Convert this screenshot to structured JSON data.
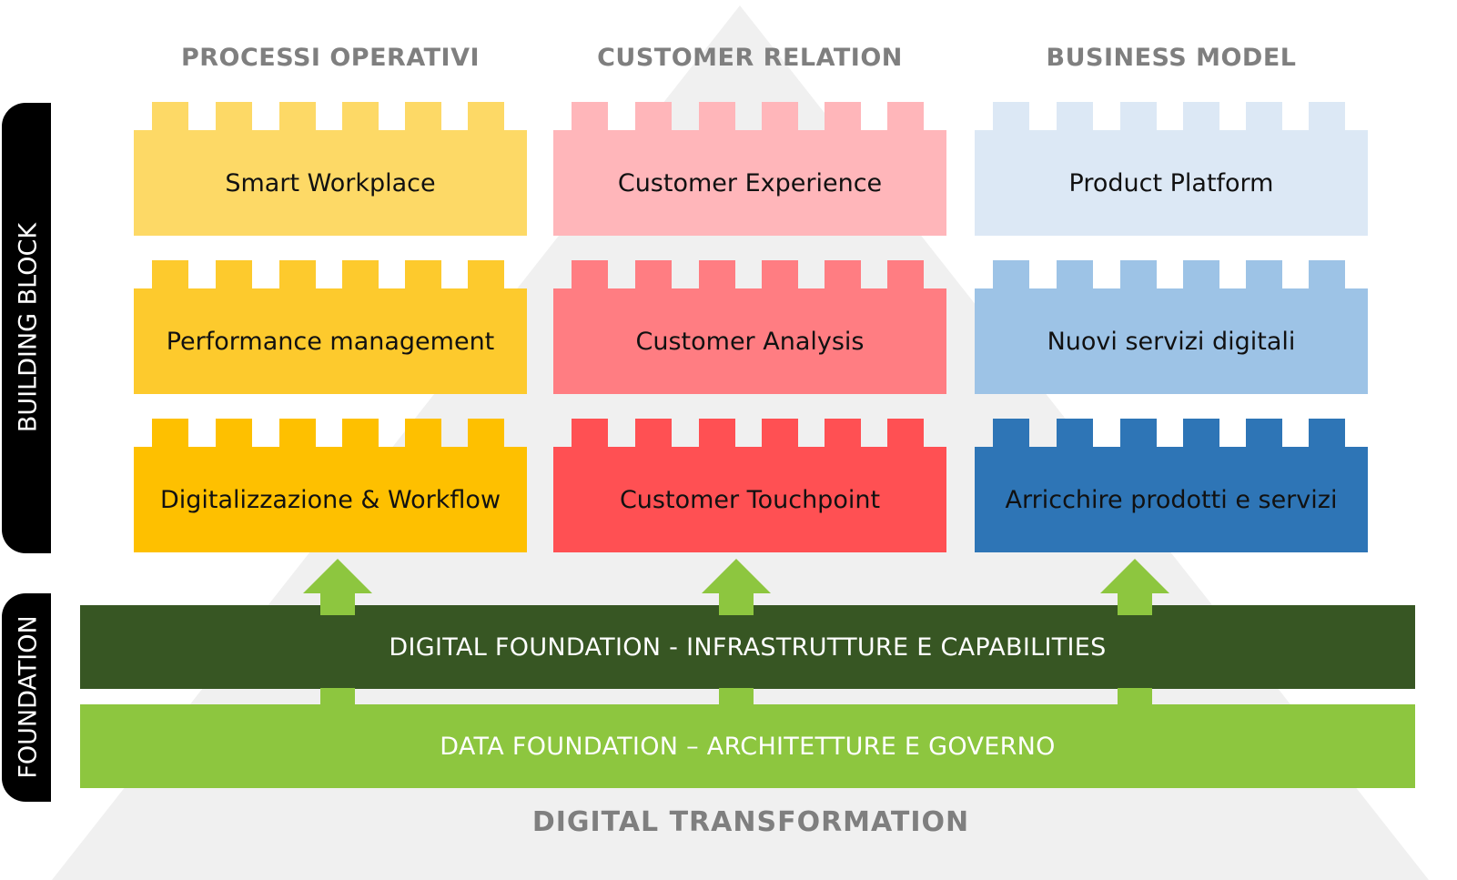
{
  "columns": [
    {
      "title": "PROCESSI OPERATIVI"
    },
    {
      "title": "CUSTOMER RELATION"
    },
    {
      "title": "BUSINESS MODEL"
    }
  ],
  "side": {
    "building": "BUILDING BLOCK",
    "foundation": "FOUNDATION"
  },
  "blocks": [
    [
      "Smart Workplace",
      "Customer Experience",
      "Product Platform"
    ],
    [
      "Performance management",
      "Customer Analysis",
      "Nuovi servizi digitali"
    ],
    [
      "Digitalizzazione & Workflow",
      "Customer Touchpoint",
      "Arricchire prodotti e servizi"
    ]
  ],
  "colors": [
    [
      "#FDD966",
      "#FFB6BA",
      "#DCE8F5"
    ],
    [
      "#FDCA2D",
      "#FF7D82",
      "#9DC3E6"
    ],
    [
      "#FEC000",
      "#FF5053",
      "#2E75B6"
    ]
  ],
  "bars": {
    "digital": "DIGITAL FOUNDATION - INFRASTRUTTURE E CAPABILITIES",
    "data": "DATA FOUNDATION – ARCHITETTURE E GOVERNO",
    "digital_color": "#375623",
    "data_color": "#8DC63F",
    "arrow_color": "#8DC63F"
  },
  "bottom_title": "DIGITAL TRANSFORMATION"
}
